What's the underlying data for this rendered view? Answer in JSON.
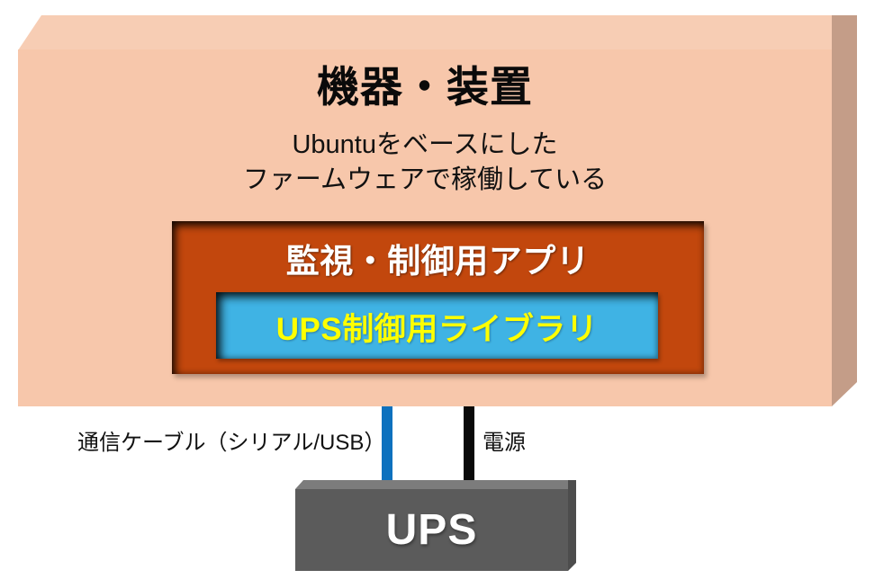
{
  "diagram": {
    "device": {
      "title": "機器・装置",
      "subtitle_line1": "Ubuntuをベースにした",
      "subtitle_line2": "ファームウェアで稼働している",
      "fill_color": "#f7c7ab",
      "top_color": "#f7cdb4",
      "side_color": "#c49d88"
    },
    "app_box": {
      "label": "監視・制御用アプリ",
      "fill_color": "#c2470d",
      "text_color": "#ffffff"
    },
    "library_box": {
      "label": "UPS制御用ライブラリ",
      "fill_color": "#3fb3e4",
      "text_color": "#ffff00"
    },
    "connections": [
      {
        "name": "communication-cable",
        "label": "通信ケーブル（シリアル/USB）",
        "color": "#0d71be"
      },
      {
        "name": "power-cable",
        "label": "電源",
        "color": "#0a0a0a"
      }
    ],
    "ups": {
      "label": "UPS",
      "fill_color": "#5b5b5b",
      "top_color": "#7c7c7c",
      "side_color": "#4d4d4d",
      "text_color": "#ffffff"
    }
  }
}
